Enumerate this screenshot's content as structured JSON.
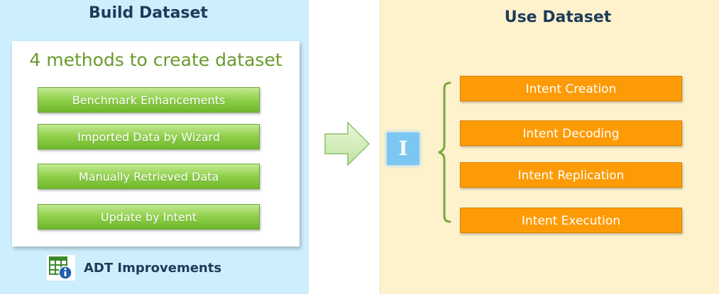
{
  "build": {
    "title": "Build Dataset",
    "methods_title": "4 methods to create dataset",
    "methods": [
      "Benchmark Enhancements",
      "Imported Data by Wizard",
      "Manually Retrieved Data",
      "Update by Intent"
    ],
    "footer_label": "ADT Improvements",
    "footer_icon": "table-info-icon"
  },
  "use": {
    "title": "Use Dataset",
    "icon": "intent-i-icon",
    "icon_letter": "I",
    "items": [
      "Intent Creation",
      "Intent Decoding",
      "Intent Replication",
      "Intent Execution"
    ]
  },
  "colors": {
    "left_bg": "#cdeefc",
    "right_bg": "#fdf2cc",
    "green_button": "#8fcf4a",
    "orange_button": "#fd9b07",
    "title_text": "#1f3b5a",
    "methods_title_text": "#6a9a2c",
    "bracket": "#7aa83e"
  }
}
